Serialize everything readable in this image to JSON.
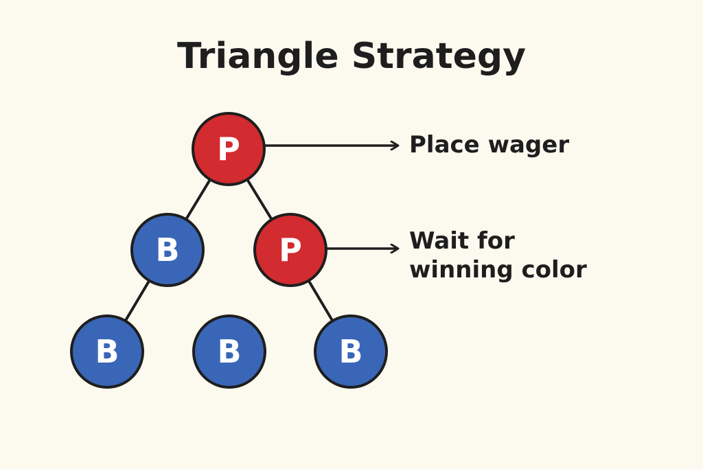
{
  "title": "Triangle Strategy",
  "colors": {
    "background": "#fcf9ef",
    "text": "#1e1e1e",
    "player_node": "#d22b30",
    "banker_node": "#3a66b8",
    "outline": "#1e1e1e"
  },
  "tree": {
    "nodes": [
      {
        "id": "root",
        "letter": "P",
        "kind": "player"
      },
      {
        "id": "mid-left",
        "letter": "B",
        "kind": "banker"
      },
      {
        "id": "mid-right",
        "letter": "P",
        "kind": "player"
      },
      {
        "id": "bottom-left",
        "letter": "B",
        "kind": "banker"
      },
      {
        "id": "bottom-center",
        "letter": "B",
        "kind": "banker"
      },
      {
        "id": "bottom-right",
        "letter": "B",
        "kind": "banker"
      }
    ],
    "edges": [
      [
        "root",
        "mid-left"
      ],
      [
        "root",
        "mid-right"
      ],
      [
        "mid-left",
        "bottom-left"
      ],
      [
        "mid-right",
        "bottom-right"
      ]
    ]
  },
  "annotations": [
    {
      "from": "root",
      "lines": [
        "Place wager"
      ]
    },
    {
      "from": "mid-right",
      "lines": [
        "Wait for",
        "winning color"
      ]
    }
  ]
}
